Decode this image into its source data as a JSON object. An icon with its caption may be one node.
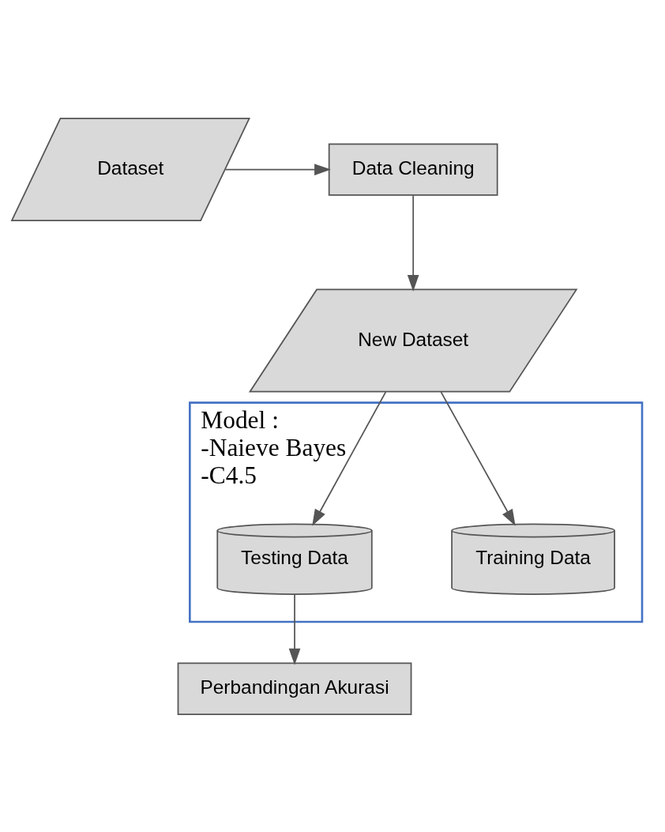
{
  "diagram": {
    "nodes": [
      {
        "text": [
          "Dataset"
        ]
      },
      {
        "text": [
          "Data Cleaning"
        ]
      },
      {
        "text": [
          "New Dataset"
        ]
      },
      {
        "text": [
          "Model :",
          "-Naieve Bayes",
          "-C4.5"
        ]
      },
      {
        "text": [
          "Training Data"
        ],
        "in": 3
      },
      {
        "text": [
          "Testing Data"
        ],
        "in": 3
      },
      {
        "text": [
          "Perbandingan Akurasi"
        ]
      }
    ],
    "edges": [
      {
        "from": 0,
        "to": 1,
        "arrow": "to"
      },
      {
        "from": 1,
        "to": 2,
        "arrow": "to"
      },
      {
        "from": 2,
        "to": 4,
        "arrow": "to"
      },
      {
        "from": 2,
        "to": 5,
        "arrow": "to"
      },
      {
        "from": 5,
        "to": 6,
        "arrow": "to"
      }
    ]
  }
}
